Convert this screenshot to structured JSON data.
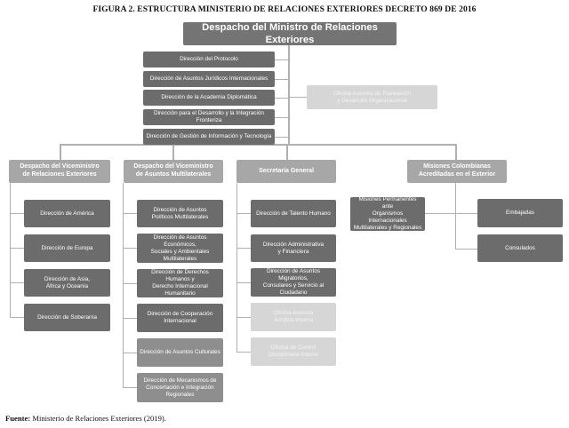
{
  "figure_title": "FIGURA 2. ESTRUCTURA MINISTERIO DE RELACIONES EXTERIORES DECRETO 869 DE 2016",
  "top": "Despacho del Ministro de Relaciones Exteriores",
  "staff": [
    "Dirección del Protocolo",
    "Dirección de Asuntos Jurídicos Internacionales",
    "Dirección de la Academia Diplomática",
    "Dirección para el Desarrollo y la Integración Fronteriza",
    "Dirección de Gestión de Información y Tecnología"
  ],
  "advisory": "Oficina Asesora de Planeación\ny Desarrollo Organizacional",
  "branches": {
    "vice_exteriores": {
      "title": "Despacho del Viceministro\nde Relaciones Exteriores",
      "items": [
        "Dirección de América",
        "Dirección de Europa",
        "Dirección de Asia,\nÁfrica y Oceanía",
        "Dirección de Soberanía"
      ]
    },
    "vice_multilaterales": {
      "title": "Despacho del Viceministro\nde Asuntos Multilaterales",
      "items": [
        "Dirección de Asuntos\nPolíticos Multilaterales",
        "Dirección de Asuntos Económicos,\nSociales y Ambientales\nMultilaterales",
        "Dirección de Derechos Humanos y\nDerecho Internacional Humanitario",
        "Dirección de Cooperación\nInternacional",
        "Dirección de Asuntos Culturales",
        "Dirección de Mecanismos de\nConcertación e Integración\nRegionales"
      ]
    },
    "secretaria": {
      "title": "Secretaría General",
      "items": [
        "Dirección de Talento Humano",
        "Dirección Administrativa\ny Financiera",
        "Dirección de Asuntos Migratorios,\nConsulares y Servicio al Ciudadano",
        "Oficina Asesora\nJurídica Interna",
        "Oficina de Control\nDisciplinario Interno"
      ]
    },
    "misiones": {
      "title": "Misiones Colombianas\nAcreditadas en el Exterior",
      "permanent": "Misiones Permanentes ante\nOrganismos Internacionales\nMultilaterales y Regionales",
      "items": [
        "Embajadas",
        "Consulados"
      ]
    }
  },
  "source_label": "Fuente:",
  "source_text": " Ministerio de Relaciones Exteriores (2019)."
}
